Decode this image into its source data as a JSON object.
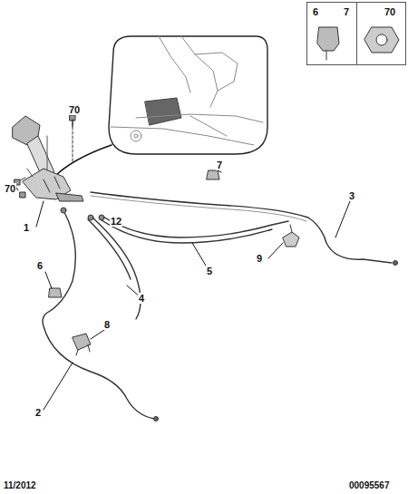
{
  "diagram": {
    "nodes": [
      {
        "text": [
          "6",
          "7"
        ]
      },
      {
        "text": [
          "70"
        ]
      }
    ],
    "labels": [
      "70",
      "12",
      "7",
      "3",
      "70",
      "1",
      "6",
      "4",
      "5",
      "9",
      "8",
      "2",
      "11/2012",
      "00095567"
    ]
  }
}
